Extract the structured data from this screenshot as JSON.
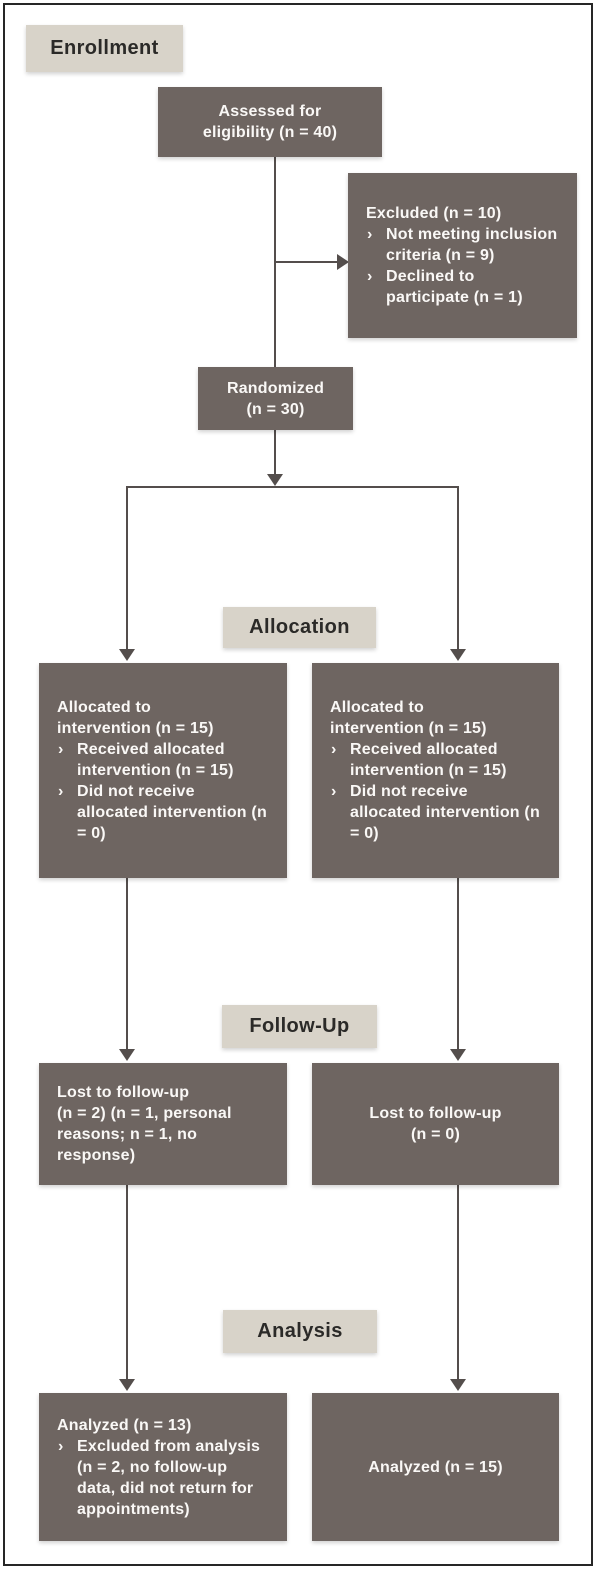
{
  "diagram_type": "CONSORT participant flow diagram",
  "bullet_char": "›",
  "colors": {
    "box_fill": "#6e6561",
    "box_text": "#faf8f6",
    "stage_label_fill": "#d8d3c9",
    "stage_label_text": "#2b2a28",
    "connector": "#544e4c",
    "frame_border": "#262626"
  },
  "stages": {
    "enrollment": "Enrollment",
    "allocation": "Allocation",
    "followup": "Follow-Up",
    "analysis": "Analysis"
  },
  "boxes": {
    "assessed": {
      "lines": [
        "Assessed for",
        "eligibility (n = 40)"
      ]
    },
    "excluded": {
      "title": "Excluded (n = 10)",
      "bullets": [
        "Not meeting inclusion criteria (n = 9)",
        "Declined to participate (n = 1)"
      ]
    },
    "randomized": {
      "lines": [
        "Randomized",
        "(n = 30)"
      ]
    },
    "allocation_left": {
      "title_lines": [
        "Allocated to",
        "intervention (n = 15)"
      ],
      "bullets": [
        "Received allocated intervention (n = 15)",
        "Did not receive allocated intervention (n = 0)"
      ]
    },
    "allocation_right": {
      "title_lines": [
        "Allocated to",
        "intervention (n = 15)"
      ],
      "bullets": [
        "Received allocated intervention (n = 15)",
        "Did not receive allocated intervention (n = 0)"
      ]
    },
    "followup_left": {
      "lines": [
        "Lost to follow-up",
        "(n = 2) (n = 1, personal",
        "reasons; n = 1, no",
        "response)"
      ]
    },
    "followup_right": {
      "lines": [
        "Lost to follow-up",
        "(n = 0)"
      ]
    },
    "analysis_left": {
      "title": "Analyzed (n = 13)",
      "bullets": [
        "Excluded from analysis (n = 2, no follow-up data, did not return for appointments)"
      ]
    },
    "analysis_right": {
      "text": "Analyzed (n = 15)"
    }
  }
}
